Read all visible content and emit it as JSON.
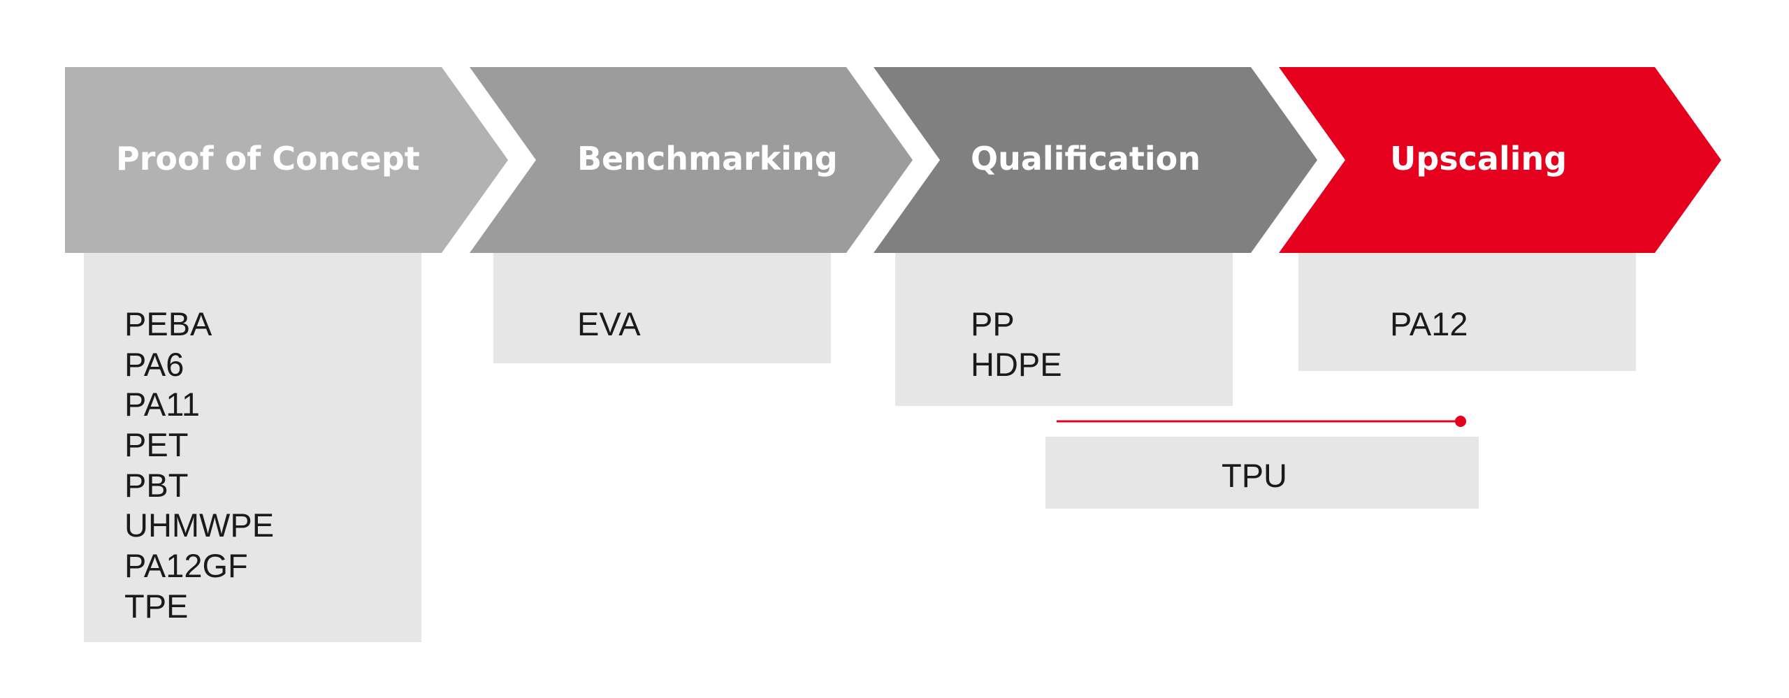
{
  "colors": {
    "stage_1": "#b2b2b2",
    "stage_2": "#9c9c9c",
    "stage_3": "#808080",
    "stage_4": "#e5001e",
    "box": "#e6e6e6",
    "text_dark": "#1a1a1a",
    "text_light": "#ffffff",
    "connector": "#e5001e"
  },
  "stages": [
    {
      "label": "Proof of Concept",
      "materials": [
        "PEBA",
        "PA6",
        "PA11",
        "PET",
        "PBT",
        "UHMWPE",
        "PA12GF",
        "TPE"
      ]
    },
    {
      "label": "Benchmarking",
      "materials": [
        "EVA"
      ]
    },
    {
      "label": "Qualification",
      "materials": [
        "PP",
        "HDPE"
      ]
    },
    {
      "label": "Upscaling",
      "materials": [
        "PA12"
      ]
    }
  ],
  "transition": {
    "material": "TPU",
    "from_stage": "Qualification",
    "to_stage": "Upscaling"
  }
}
